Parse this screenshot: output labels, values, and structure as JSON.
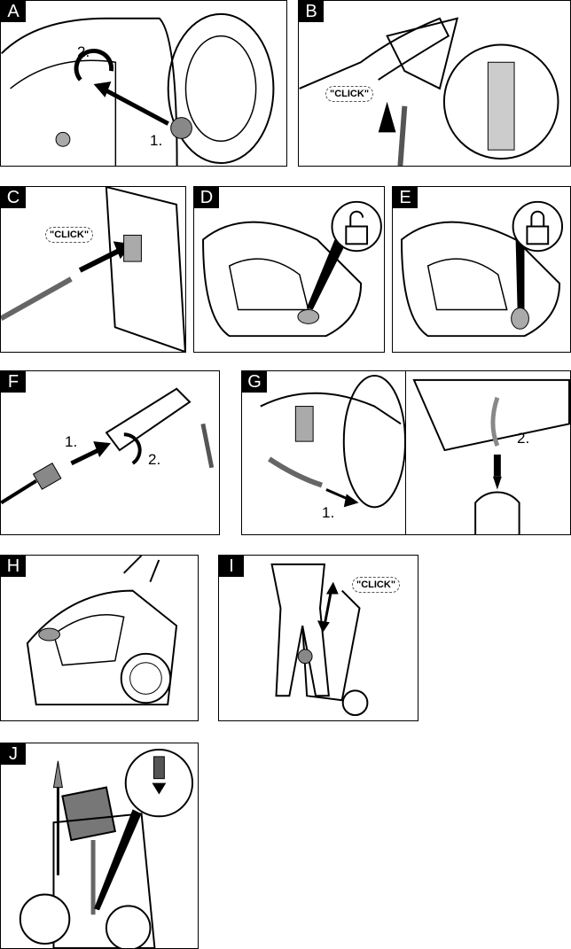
{
  "panels": {
    "A": {
      "tag": "A",
      "step1": "1.",
      "step2": "2."
    },
    "B": {
      "tag": "B",
      "click": "\"CLICK\""
    },
    "C": {
      "tag": "C",
      "click": "\"CLICK\""
    },
    "D": {
      "tag": "D"
    },
    "E": {
      "tag": "E"
    },
    "F": {
      "tag": "F",
      "step1": "1.",
      "step2": "2."
    },
    "G": {
      "tag": "G",
      "step1": "1.",
      "step2": "2."
    },
    "H": {
      "tag": "H"
    },
    "I": {
      "tag": "I",
      "click": "\"CLICK\""
    },
    "J": {
      "tag": "J"
    }
  }
}
